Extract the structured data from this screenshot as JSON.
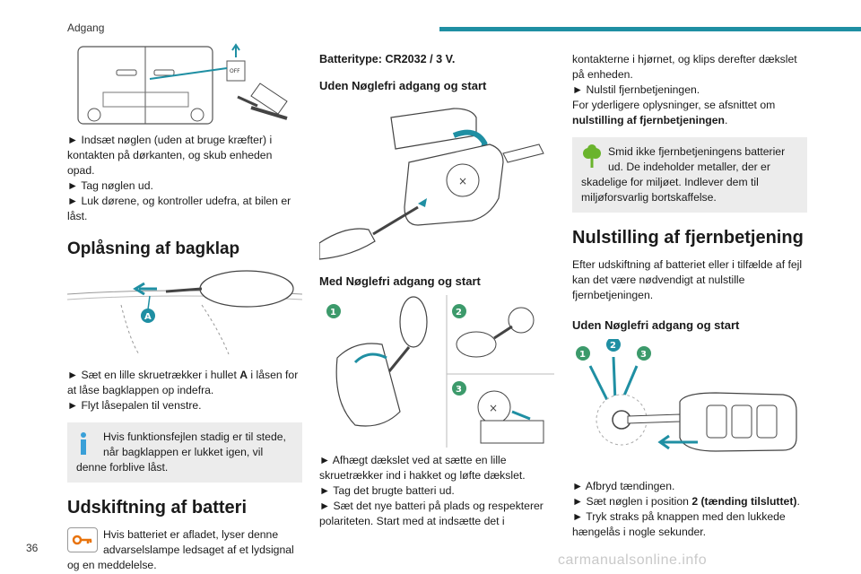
{
  "header": {
    "section": "Adgang"
  },
  "footer": {
    "page_number": "36",
    "watermark": "carmanualsonline.info"
  },
  "col1": {
    "steps1": [
      "► Indsæt nøglen (uden at bruge kræfter) i kontakten på dørkanten, og skub enheden opad.",
      "► Tag nøglen ud.",
      "► Luk dørene, og kontroller udefra, at bilen er låst."
    ],
    "tailgate_title": "Oplåsning af bagklap",
    "tailgate_figure_label": "A",
    "tailgate_step1_pre": "► Sæt en lille skruetrækker i hullet ",
    "tailgate_step1_bold": "A",
    "tailgate_step1_post": " i låsen for at låse bagklappen op indefra.",
    "tailgate_step2": "► Flyt låsepalen til venstre.",
    "tailgate_notice": "Hvis funktionsfejlen stadig er til stede, når bagklappen er lukket igen, vil denne forblive låst.",
    "battery_title": "Udskiftning af batteri",
    "battery_warning": "Hvis batteriet er afladet, lyser denne advarselslampe ledsaget af et lydsignal og en meddelelse."
  },
  "col2": {
    "battery_type": "Batteritype: CR2032 / 3 V.",
    "section_no_keyless": "Uden Nøglefri adgang og start",
    "section_keyless": "Med Nøglefri adgang og start",
    "fig_labels": [
      "1",
      "2",
      "3"
    ],
    "steps": [
      "► Afhægt dækslet ved at sætte en lille skruetrækker ind i hakket og løfte dækslet.",
      "► Tag det brugte batteri ud.",
      "► Sæt det nye batteri på plads og respekterer polariteten. Start med at indsætte det i"
    ]
  },
  "col3": {
    "cont": "kontakterne i hjørnet, og klips derefter dækslet på enheden.",
    "step_reset": "► Nulstil fjernbetjeningen.",
    "more_info_pre": "For yderligere oplysninger, se afsnittet om ",
    "more_info_bold": "nulstilling af fjernbetjeningen",
    "more_info_post": ".",
    "env_notice": "Smid ikke fjernbetjeningens batterier ud. De indeholder metaller, der er skadelige for miljøet. Indlever dem til miljøforsvarlig bortskaffelse.",
    "reset_title": "Nulstilling af fjernbetjening",
    "reset_intro": "Efter udskiftning af batteriet eller i tilfælde af fejl kan det være nødvendigt at nulstille fjernbetjeningen.",
    "section_no_keyless": "Uden Nøglefri adgang og start",
    "fig_labels": [
      "1",
      "2",
      "3"
    ],
    "step1": "► Afbryd tændingen.",
    "step2_pre": "► Sæt nøglen i position ",
    "step2_bold": "2 (tænding tilsluttet)",
    "step2_post": ".",
    "step3": "► Tryk straks på knappen med den lukkede hængelås i nogle sekunder.",
    "switch_off_label": "OFF"
  },
  "colors": {
    "accent": "#1f8fa3",
    "notice_bg": "#ececec",
    "warning_orange": "#e8730c",
    "info_blue": "#3aa0d8",
    "eco_green": "#6ab42d",
    "badge_green": "#3c9a6b"
  }
}
